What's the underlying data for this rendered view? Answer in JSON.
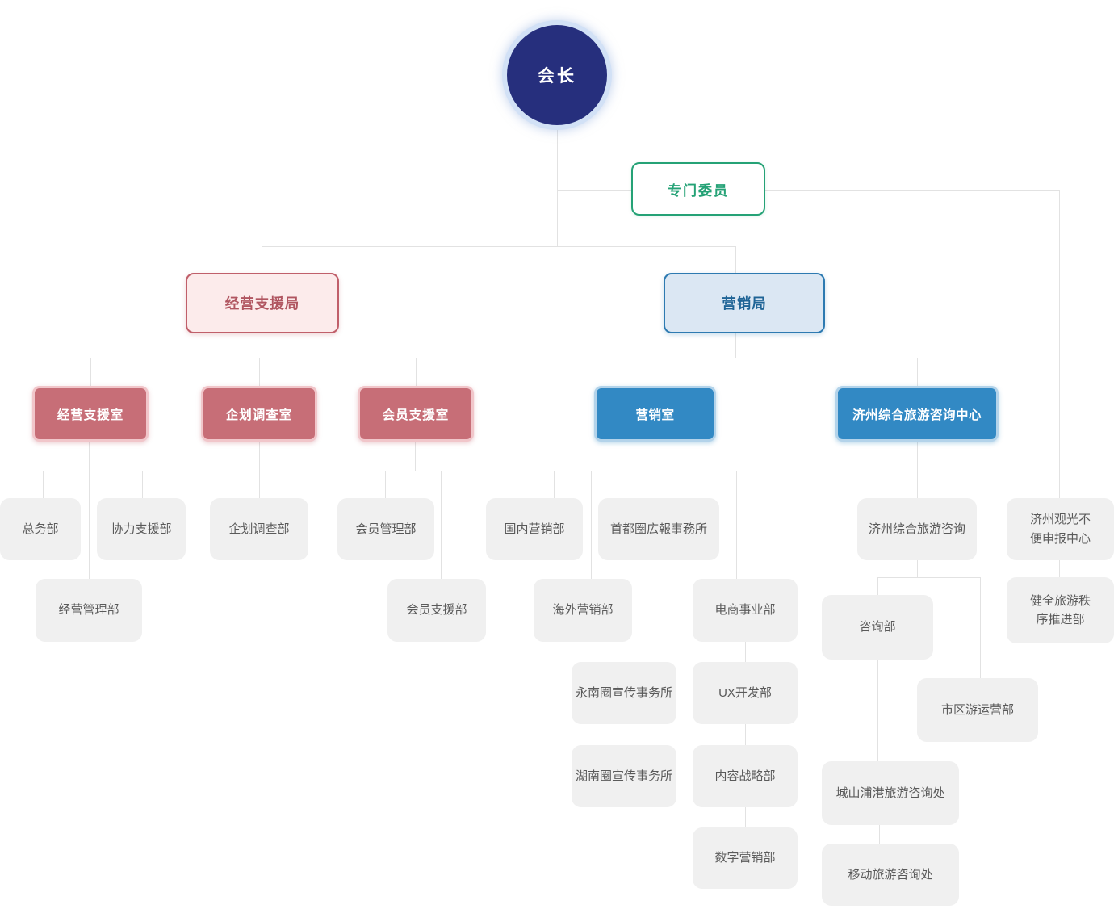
{
  "colors": {
    "chairman_bg": "#262f7d",
    "chairman_halo": "#d2e1f6",
    "committee_green": "#25a276",
    "bureau_pink_bg": "#fcebeb",
    "bureau_pink_border": "#c05f6a",
    "bureau_blue_bg": "#dbe7f3",
    "bureau_blue_border": "#2d7ab1",
    "office_red_bg": "#c76e77",
    "office_blue_bg": "#3289c4",
    "dept_gray_bg": "#f0f0f0",
    "connector_line": "#e2e2e2",
    "background": "#ffffff"
  },
  "org_chart": {
    "chairman": {
      "label": "会长"
    },
    "committee": {
      "label": "专门委员"
    },
    "bureaus": {
      "management_support": {
        "label": "经营支援局"
      },
      "marketing": {
        "label": "营销局"
      }
    },
    "offices": {
      "management_support_office": {
        "label": "经营支援室"
      },
      "planning_research_office": {
        "label": "企划调查室"
      },
      "member_support_office": {
        "label": "会员支援室"
      },
      "marketing_office": {
        "label": "营销室"
      },
      "jeju_tourism_center": {
        "label": "济州综合旅游咨询中心"
      }
    },
    "departments": {
      "general_affairs": {
        "label": "总务部"
      },
      "cooperation_support": {
        "label": "协力支援部"
      },
      "management_admin": {
        "label": "经营管理部"
      },
      "planning_research": {
        "label": "企划调查部"
      },
      "member_management": {
        "label": "会员管理部"
      },
      "member_support": {
        "label": "会员支援部"
      },
      "domestic_marketing": {
        "label": "国内营销部"
      },
      "capital_pr_office": {
        "label": "首都圈広報事務所"
      },
      "overseas_marketing": {
        "label": "海外营销部"
      },
      "ecommerce_business": {
        "label": "电商事业部"
      },
      "yeongnam_pr_office": {
        "label": "永南圈宣传事务所"
      },
      "ux_development": {
        "label": "UX开发部"
      },
      "honam_pr_office": {
        "label": "湖南圈宣传事务所"
      },
      "content_strategy": {
        "label": "内容战略部"
      },
      "digital_marketing": {
        "label": "数字营销部"
      },
      "jeju_tourism_info": {
        "label": "济州综合旅游咨询"
      },
      "tourism_complaint_center": {
        "label": "济州观光不便申报中心"
      },
      "consultation": {
        "label": "咨询部"
      },
      "tourism_order_promotion": {
        "label": "健全旅游秩序推进部"
      },
      "city_tour_operation": {
        "label": "市区游运营部"
      },
      "seongsan_port_info": {
        "label": "城山浦港旅游咨询处"
      },
      "mobile_tourism_info": {
        "label": "移动旅游咨询处"
      }
    }
  }
}
